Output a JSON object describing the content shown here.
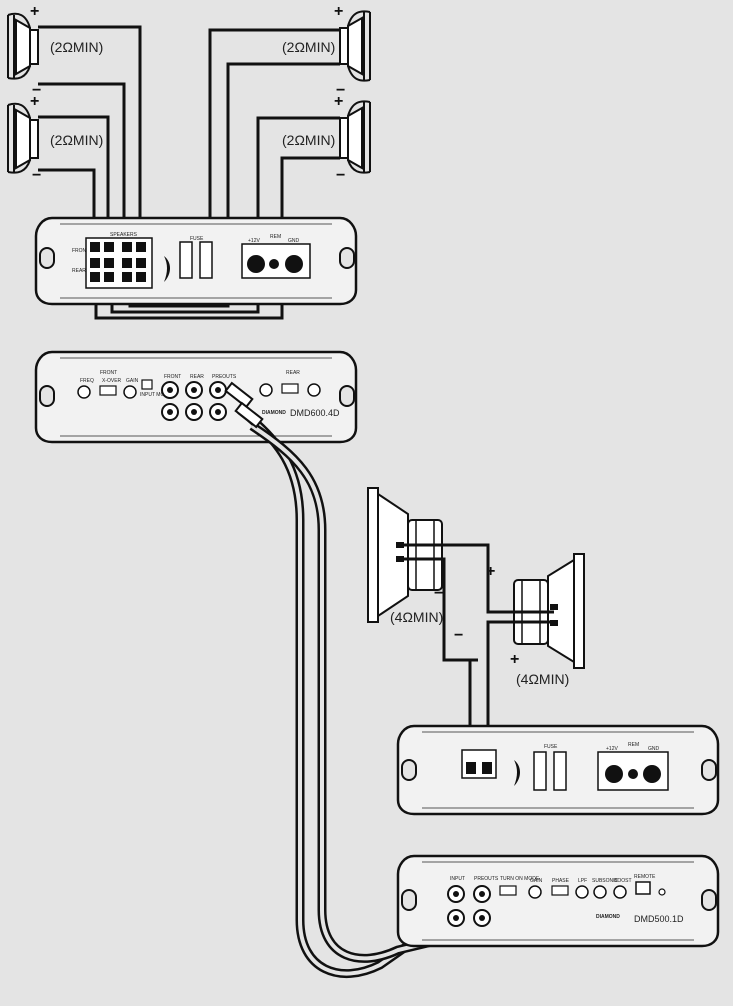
{
  "speaker_labels": {
    "two_ohm": "(2ΩMIN)",
    "four_ohm": "(4ΩMIN)"
  },
  "polarity": {
    "plus": "+",
    "minus": "−"
  },
  "amp4_top": {
    "terminal_group_label": "SPEAKERS",
    "front_label": "FRONT",
    "rear_label": "REAR",
    "fuse_label": "FUSE",
    "power_labels": [
      "+12V",
      "REM",
      "GND"
    ]
  },
  "amp4_controls": {
    "model": "DMD600.4D",
    "brand": "DIAMOND",
    "front_label": "FRONT",
    "rear_label": "REAR",
    "freq_label": "FREQ",
    "xover_label": "X-OVER",
    "gain_label": "GAIN",
    "input_mode_label": "INPUT MODE",
    "rca_labels": [
      "FRONT",
      "REAR",
      "PREOUTS"
    ]
  },
  "amp1_top": {
    "fuse_label": "FUSE",
    "power_labels": [
      "+12V",
      "REM",
      "GND"
    ]
  },
  "amp1_controls": {
    "model": "DMD500.1D",
    "brand": "DIAMOND",
    "input_label": "INPUT",
    "preouts_label": "PREOUTS",
    "turn_on_label": "TURN ON MODE",
    "gain_label": "GAIN",
    "phase_label": "PHASE",
    "lpf_label": "LPF",
    "subsonic_label": "SUBSONIC",
    "boost_label": "BOOST",
    "remote_label": "REMOTE"
  }
}
